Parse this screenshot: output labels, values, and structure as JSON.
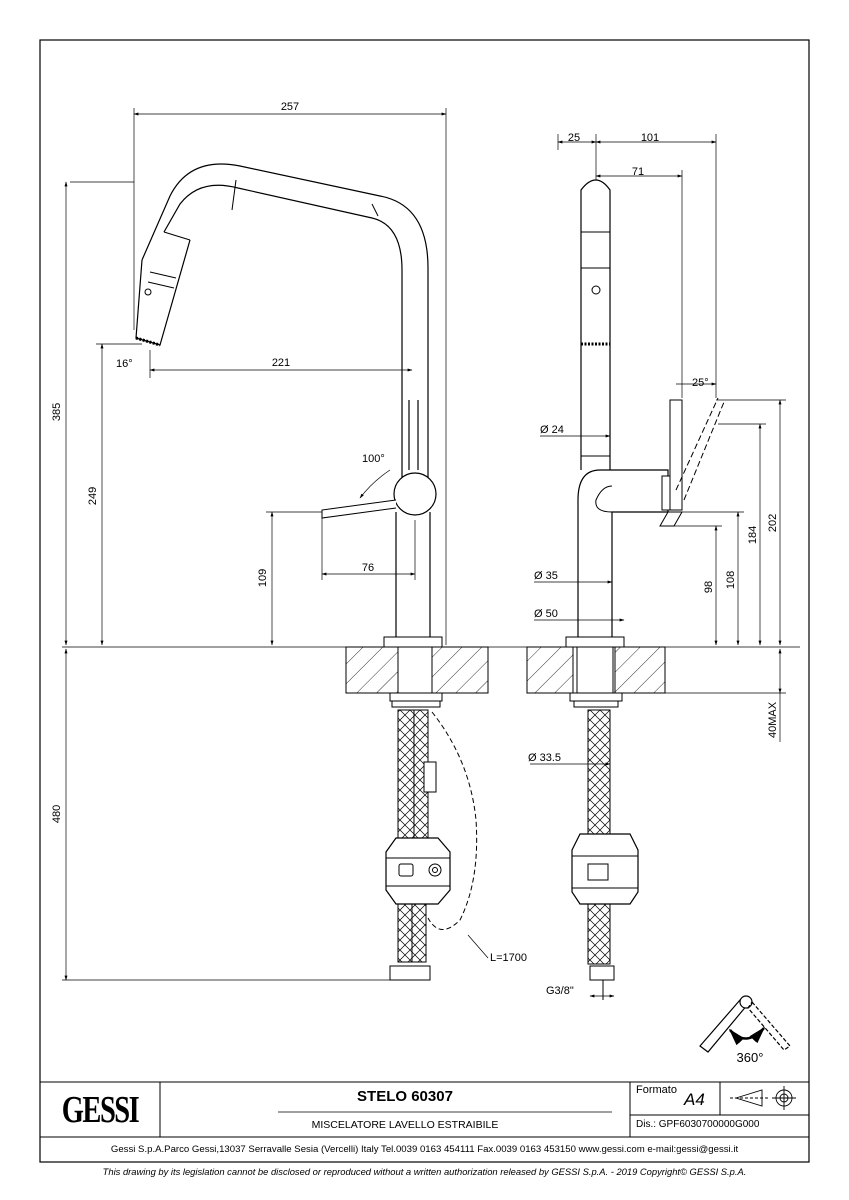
{
  "drawing": {
    "dimensions": {
      "overall_width": "257",
      "spout_reach": "221",
      "spray_angle": "16°",
      "overall_height": "385",
      "spout_height": "249",
      "lever_angle": "100°",
      "lever_height": "109",
      "lever_reach": "76",
      "below_deck": "480",
      "hose_length": "L=1700",
      "side_offset": "25",
      "side_depth": "101",
      "side_71": "71",
      "side_lever_angle": "25°",
      "dia_24": "Ø 24",
      "dia_35": "Ø 35",
      "dia_50": "Ø 50",
      "dia_33_5": "Ø 33.5",
      "h_98": "98",
      "h_108": "108",
      "h_184": "184",
      "h_202": "202",
      "max_thickness": "40MAX",
      "thread": "G3/8\""
    },
    "rotation_label": "360°"
  },
  "titleblock": {
    "logo": "GESSI",
    "product_title": "STELO 60307",
    "description": "MISCELATORE LAVELLO ESTRAIBILE",
    "formato_label": "Formato",
    "formato_value": "A4",
    "drawing_number": "Dis.: GPF6030700000G000",
    "company_line": "Gessi S.p.A.Parco Gessi,13037 Serravalle Sesia (Vercelli) Italy Tel.0039 0163 454111 Fax.0039 0163 453150 www.gessi.com e-mail:gessi@gessi.it",
    "legal_line": "This drawing by its legislation cannot be disclosed or reproduced without a written authorization released by GESSI S.p.A. - 2019 Copyright© GESSI S.p.A."
  }
}
